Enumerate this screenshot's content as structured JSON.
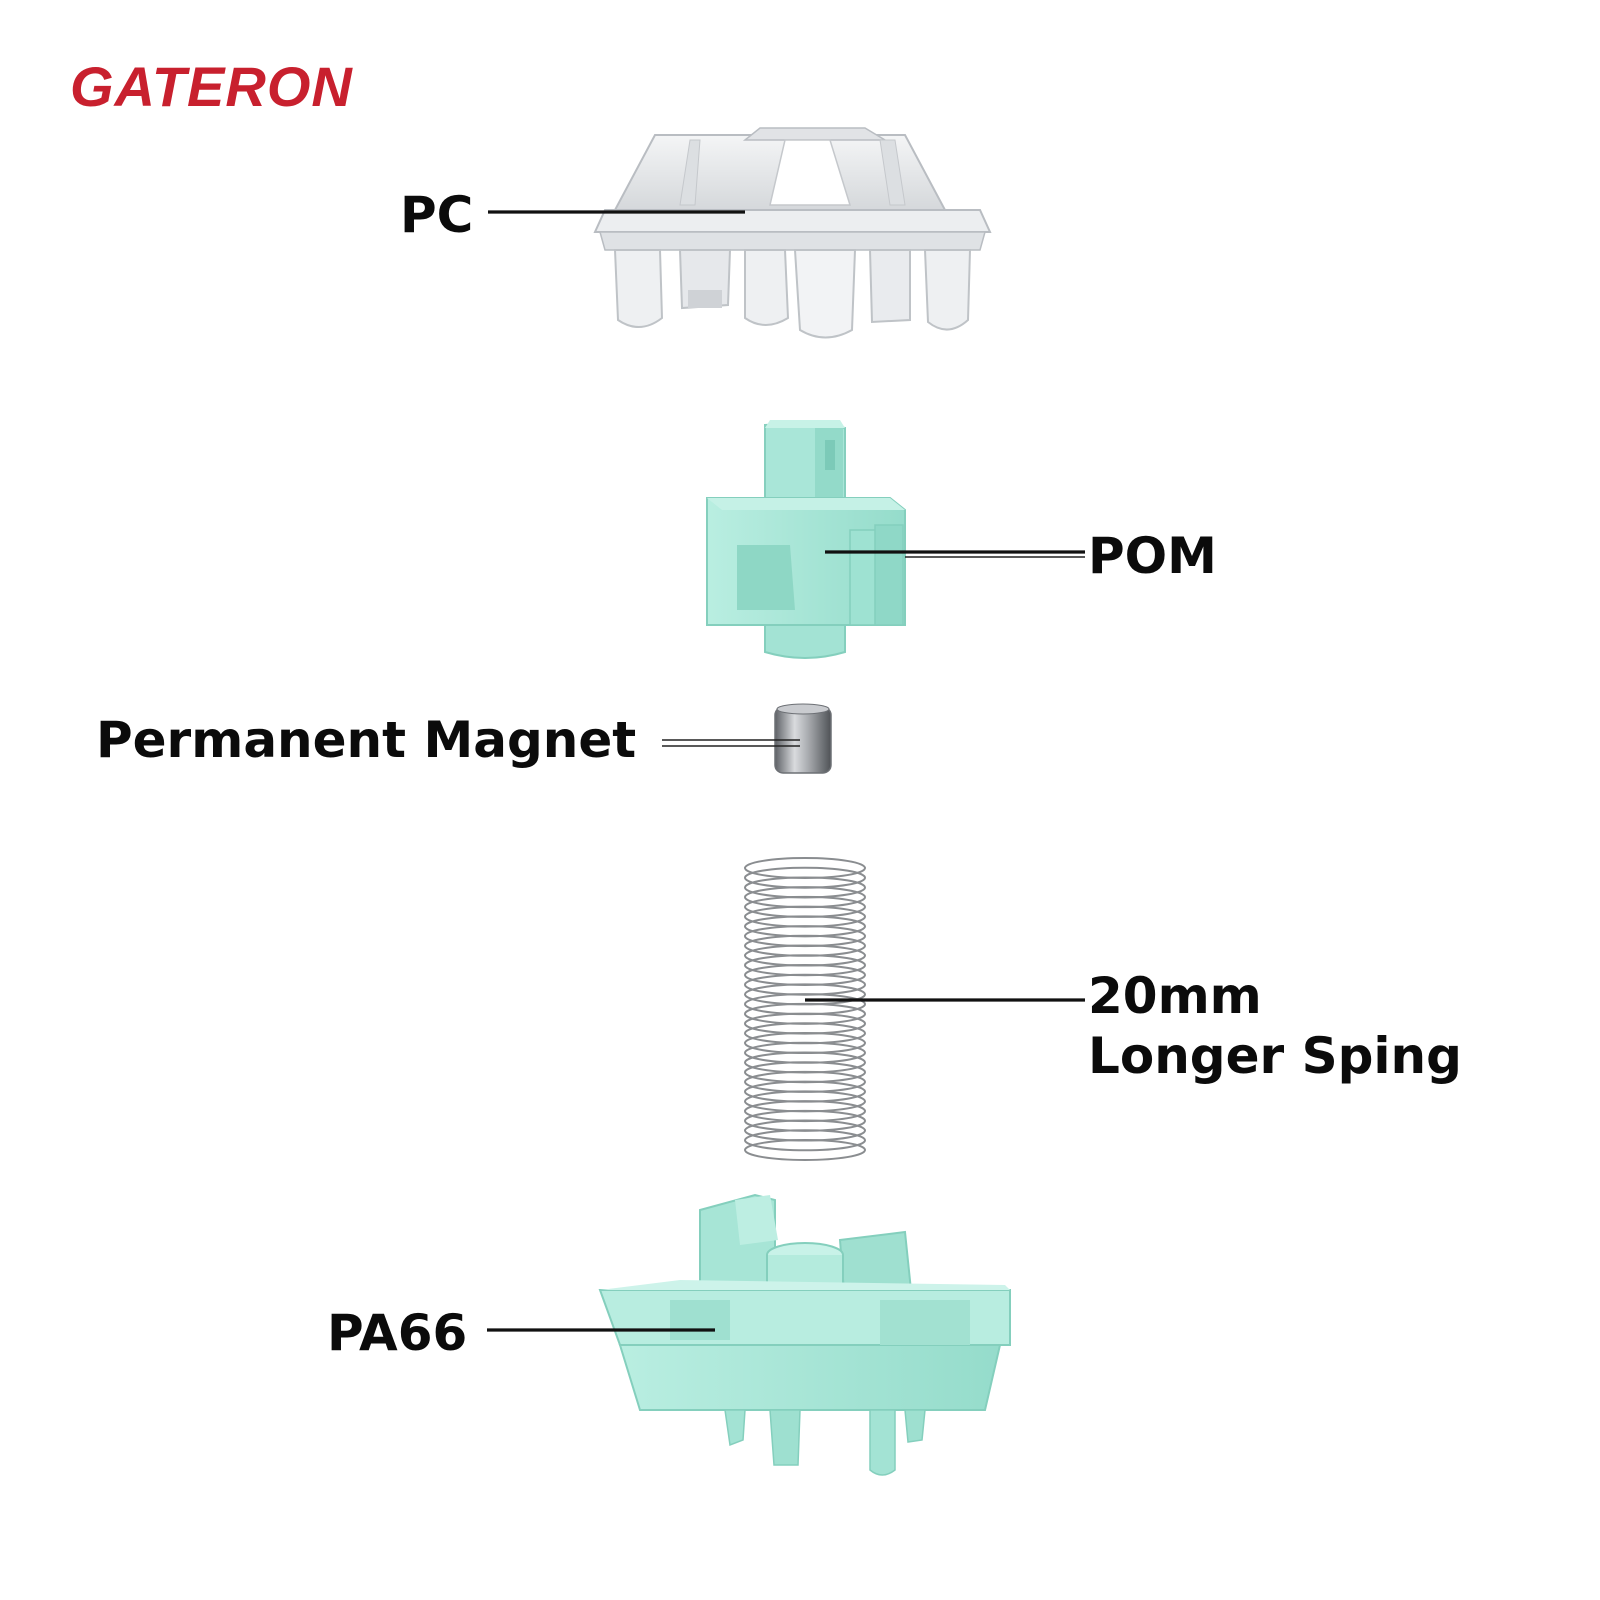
{
  "brand": {
    "logo_text": "GATERON",
    "color": "#c8202e"
  },
  "labels": {
    "top_housing": "PC",
    "stem": "POM",
    "magnet": "Permanent Magnet",
    "spring_line1": "20mm",
    "spring_line2": "Longer Sping",
    "bottom_housing": "PA66"
  },
  "colors": {
    "mint": "#a8e6d8",
    "mint_dark": "#86d3c2",
    "mint_light": "#c5f1e6",
    "clear": "#e8eaec",
    "clear_edge": "#b9bdc2",
    "magnet": "#8f9398",
    "spring": "#8a8d90"
  }
}
